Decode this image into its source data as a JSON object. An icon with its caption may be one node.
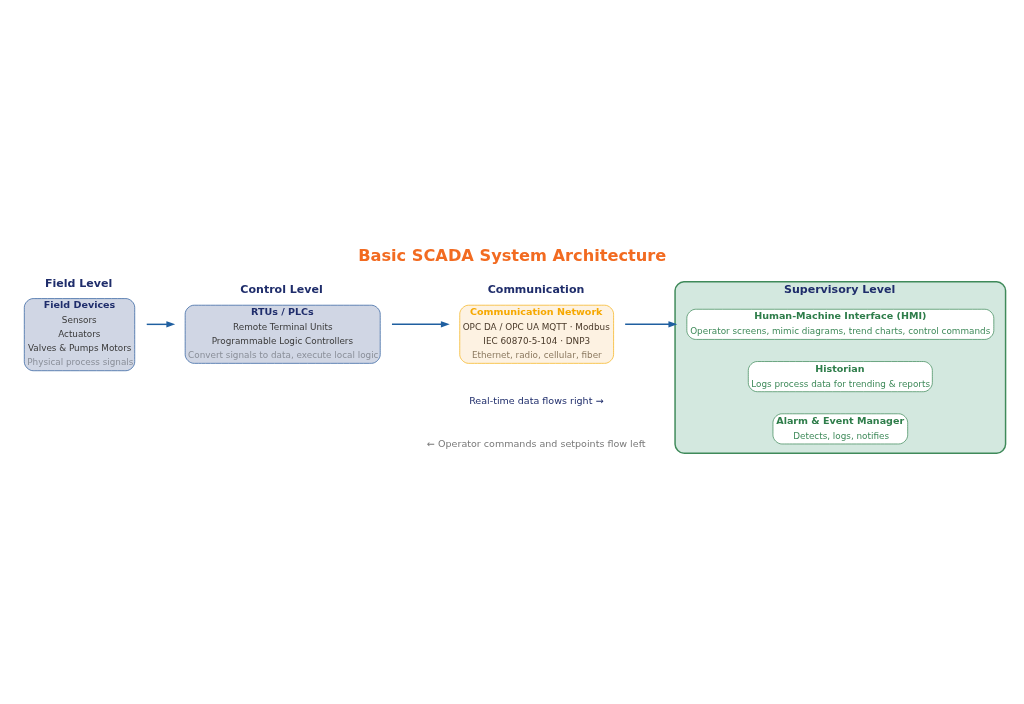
{
  "diagram": {
    "title": "Basic SCADA System Architecture",
    "nodes": [
      {
        "text": [
          "Field Level",
          "Field Devices",
          "Sensors",
          "Actuators",
          "Valves & Pumps Motors",
          "Physical process signals"
        ]
      },
      {
        "text": [
          "Control Level",
          "RTUs / PLCs",
          "Remote Terminal Units",
          "Programmable Logic Controllers",
          "Convert signals to data, execute local logic"
        ]
      },
      {
        "text": [
          "Communication",
          "Communication Network",
          "OPC DA / OPC UA MQTT · Modbus",
          "IEC 60870-5-104 · DNP3",
          "Ethernet, radio, cellular, fiber"
        ]
      },
      {
        "text": [
          "Supervisory Level"
        ]
      },
      {
        "text": [
          "Human-Machine Interface (HMI)",
          "Operator screens, mimic diagrams, trend charts, control commands"
        ],
        "in": 3
      },
      {
        "text": [
          "Historian",
          "Logs process data for trending & reports"
        ],
        "in": 3
      },
      {
        "text": [
          "Alarm & Event Manager",
          "Detects, logs, notifies"
        ],
        "in": 3
      }
    ],
    "edges": [
      {
        "from": 0,
        "to": 1,
        "arrow": "to"
      },
      {
        "from": 1,
        "to": 2,
        "arrow": "to"
      },
      {
        "from": 2,
        "to": 3,
        "arrow": "to"
      }
    ],
    "labels": [
      "Real-time data flows right →",
      "← Operator commands and setpoints flow left"
    ]
  }
}
